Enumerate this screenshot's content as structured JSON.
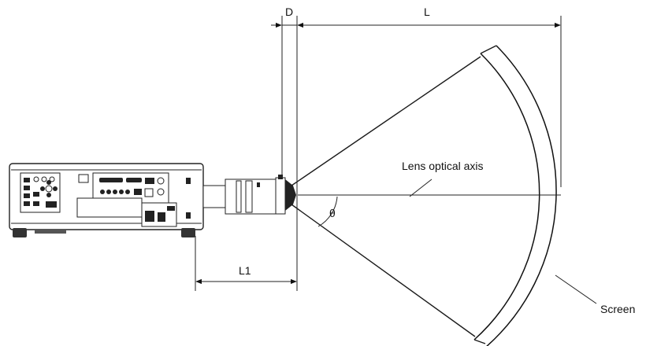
{
  "labels": {
    "d": "D",
    "l": "L",
    "l1": "L1",
    "theta": "θ",
    "axis": "Lens optical axis",
    "screen": "Screen"
  }
}
